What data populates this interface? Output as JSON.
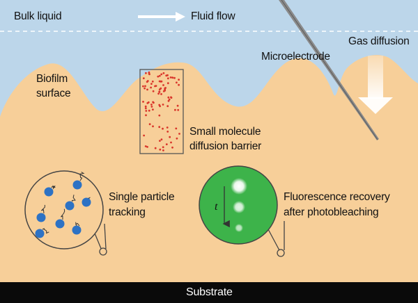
{
  "labels": {
    "bulk_liquid": "Bulk liquid",
    "fluid_flow": "Fluid flow",
    "microelectrode": "Microelectrode",
    "gas_diffusion": "Gas diffusion",
    "biofilm_surface_line1": "Biofilm",
    "biofilm_surface_line2": "surface",
    "small_molecule_line1": "Small molecule",
    "small_molecule_line2": "diffusion barrier",
    "spt_line1": "Single particle",
    "spt_line2": "tracking",
    "frap_line1": "Fluorescence recovery",
    "frap_line2": "after photobleaching",
    "time_symbol": "t",
    "substrate": "Substrate"
  },
  "colors": {
    "liquid": "#bcd6ea",
    "biofilm": "#f7cf99",
    "substrate": "#0a0a0a",
    "particle": "#2d72c4",
    "molecule": "#d9362b",
    "fluorescence": "#3db34a",
    "probe": "#8a8a8a"
  }
}
